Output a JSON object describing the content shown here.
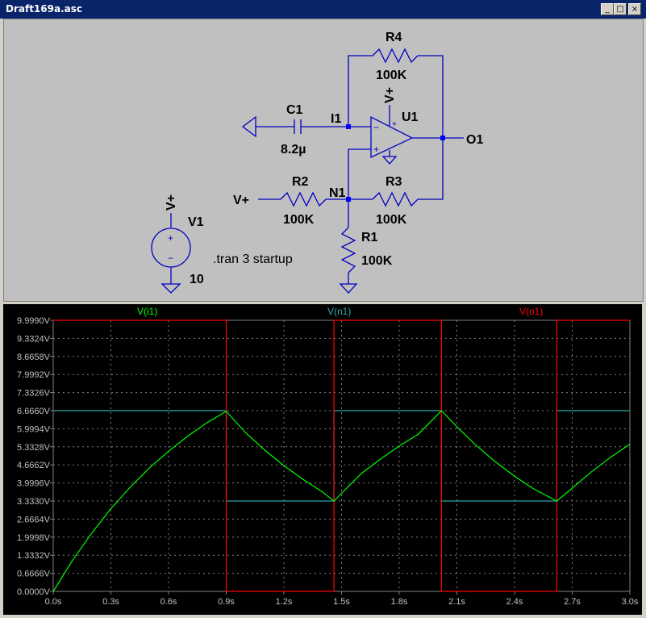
{
  "window": {
    "title": "Draft169a.asc",
    "minimize_glyph": "_",
    "maximize_glyph": "□",
    "close_glyph": "×"
  },
  "schematic": {
    "labels": {
      "r4_name": "R4",
      "r4_value": "100K",
      "opamp_supply": "V+",
      "u1_name": "U1",
      "c1_name": "C1",
      "c1_value": "8.2µ",
      "net_i1": "I1",
      "net_o1": "O1",
      "r2_name": "R2",
      "r2_value": "100K",
      "r3_name": "R3",
      "r3_value": "100K",
      "net_n1": "N1",
      "input_vplus": "V+",
      "r1_name": "R1",
      "r1_value": "100K",
      "v1_supply": "V+",
      "v1_name": "V1",
      "v1_value": "10",
      "directive": ".tran 3 startup",
      "plus_sign": "+",
      "minus_sign": "−"
    }
  },
  "plot": {
    "trace_labels": [
      "V(i1)",
      "V(n1)",
      "V(o1)"
    ],
    "y_ticks": [
      "9.9990V",
      "9.3324V",
      "8.6658V",
      "7.9992V",
      "7.3326V",
      "6.6660V",
      "5.9994V",
      "5.3328V",
      "4.6662V",
      "3.9996V",
      "3.3330V",
      "2.6664V",
      "1.9998V",
      "1.3332V",
      "0.6666V",
      "0.0000V"
    ],
    "x_ticks": [
      "0.0s",
      "0.3s",
      "0.6s",
      "0.9s",
      "1.2s",
      "1.5s",
      "1.8s",
      "2.1s",
      "2.4s",
      "2.7s",
      "3.0s"
    ],
    "colors": {
      "i1": "#00ff00",
      "n1": "#2ea8a8",
      "o1": "#ff0000",
      "grid": "#808080",
      "wire": "#0000c0",
      "node": "#0000ff"
    }
  },
  "chart_data": {
    "type": "line",
    "xlabel": "",
    "ylabel": "",
    "xlim": [
      0,
      3.0
    ],
    "ylim": [
      0,
      9.999
    ],
    "grid": true,
    "legend": "top",
    "series": [
      {
        "name": "V(i1)",
        "x": [
          0,
          0.1,
          0.2,
          0.3,
          0.4,
          0.5,
          0.6,
          0.7,
          0.8,
          0.9,
          1.0,
          1.1,
          1.2,
          1.3,
          1.4,
          1.46,
          1.6,
          1.7,
          1.8,
          1.9,
          2.02,
          2.1,
          2.2,
          2.3,
          2.4,
          2.5,
          2.62,
          2.7,
          2.8,
          2.9,
          3.0
        ],
        "y": [
          0,
          1.14,
          2.15,
          3.05,
          3.84,
          4.55,
          5.17,
          5.73,
          6.22,
          6.64,
          5.86,
          5.21,
          4.64,
          4.13,
          3.67,
          3.333,
          4.33,
          4.87,
          5.36,
          5.8,
          6.666,
          6.07,
          5.39,
          4.78,
          4.25,
          3.78,
          3.333,
          3.81,
          4.41,
          4.95,
          5.43
        ]
      },
      {
        "name": "V(n1)",
        "x": [
          0,
          0.9,
          0.9,
          1.46,
          1.46,
          2.02,
          2.02,
          2.62,
          2.62,
          3.0
        ],
        "y": [
          6.666,
          6.666,
          3.333,
          3.333,
          6.666,
          6.666,
          3.333,
          3.333,
          6.666,
          6.666
        ]
      },
      {
        "name": "V(o1)",
        "x": [
          0,
          0.9,
          0.9,
          1.46,
          1.46,
          2.02,
          2.02,
          2.62,
          2.62,
          3.0
        ],
        "y": [
          9.999,
          9.999,
          0,
          0,
          9.999,
          9.999,
          0,
          0,
          9.999,
          9.999
        ]
      }
    ]
  }
}
